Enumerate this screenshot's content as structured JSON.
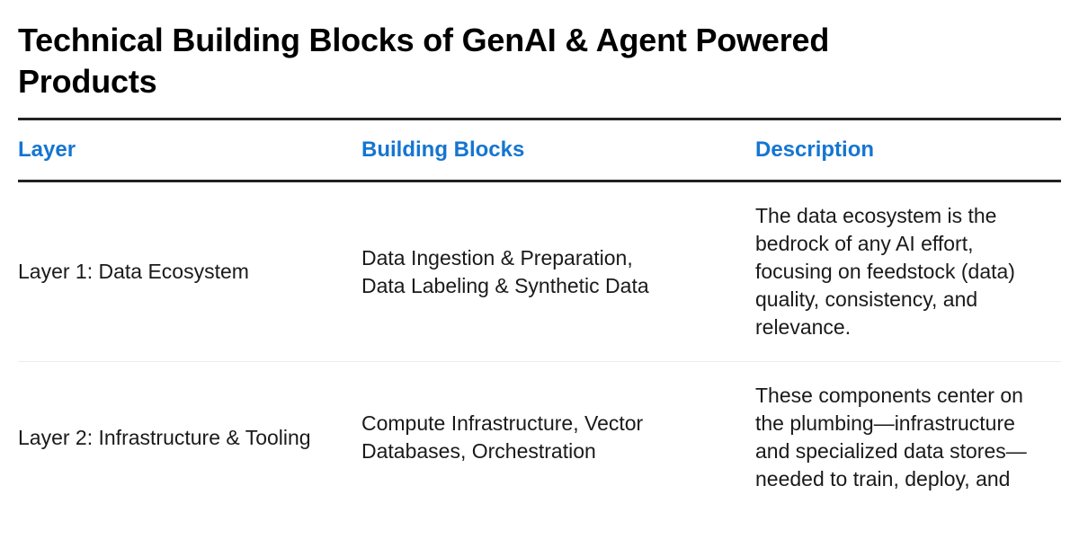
{
  "document": {
    "title": "Technical Building Blocks of GenAI & Agent Powered Products",
    "accent_color": "#1575d1",
    "text_color": "#1a1a1a",
    "rule_color": "#222222",
    "row_divider_color": "#ececec",
    "background_color": "#ffffff"
  },
  "table": {
    "columns": [
      {
        "key": "layer",
        "label": "Layer"
      },
      {
        "key": "building_blocks",
        "label": "Building Blocks"
      },
      {
        "key": "description",
        "label": "Description"
      }
    ],
    "rows": [
      {
        "layer": "Layer 1: Data Ecosystem",
        "building_blocks": "Data Ingestion & Preparation,\nData Labeling & Synthetic Data",
        "description": "The data ecosystem is the bedrock of any AI effort, focusing on feedstock (data) quality, consistency, and relevance."
      },
      {
        "layer": "Layer 2: Infrastructure & Tooling",
        "building_blocks": "Compute Infrastructure, Vector\nDatabases, Orchestration",
        "description": "These components center on the plumbing—infrastructure and specialized data stores—needed to train, deploy, and"
      }
    ]
  }
}
